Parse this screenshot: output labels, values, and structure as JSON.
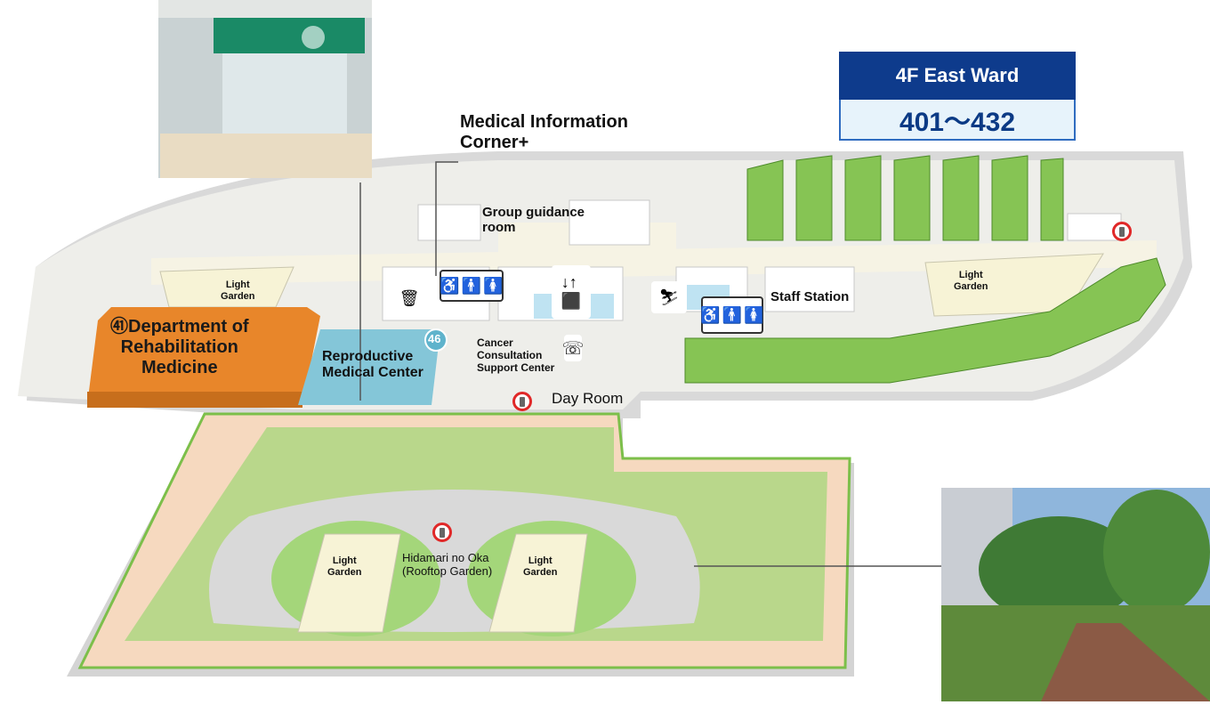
{
  "ward": {
    "title": "4F East Ward",
    "rooms": "401〜432"
  },
  "labels": {
    "medical_info": "Medical Information\nCorner+",
    "group_guidance": "Group guidance\nroom",
    "staff_station": "Staff Station",
    "light_garden_left": "Light\nGarden",
    "light_garden_right": "Light\nGarden",
    "light_garden_roof_left": "Light\nGarden",
    "light_garden_roof_right": "Light\nGarden",
    "rehab": "㊶Department of\nRehabilitation\nMedicine",
    "reproductive": "Reproductive\nMedical Center",
    "reproductive_number": "46",
    "cancer": "Cancer\nConsultation\nSupport Center",
    "day_room": "Day Room",
    "rooftop": "Hidamari no Oka\n(Rooftop Garden)"
  },
  "icons": [
    "accessible-restroom-icon",
    "trash-icon",
    "elevator-icon",
    "escalator-icon",
    "telephone-icon",
    "public-phone-icon"
  ],
  "colors": {
    "ward_header": "#0e3b8c",
    "rehab": "#e8862a",
    "reproductive": "#7fc3d6",
    "garden_green": "#7cbf4a",
    "rooftop_floor": "#f6d9bf"
  }
}
